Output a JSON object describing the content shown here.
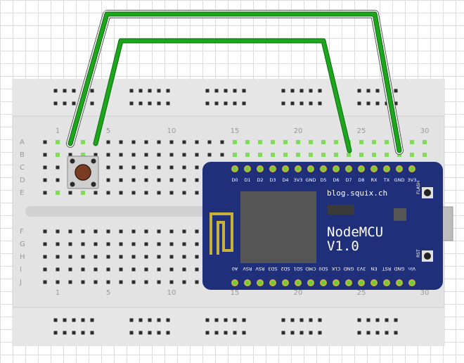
{
  "breadboard": {
    "row_labels_top": [
      "A",
      "B",
      "C",
      "D",
      "E"
    ],
    "row_labels_bottom": [
      "F",
      "G",
      "H",
      "I",
      "J"
    ],
    "column_numbers": [
      "1",
      "5",
      "10",
      "15",
      "20",
      "25",
      "30"
    ]
  },
  "mcu": {
    "url": "blog.squix.ch",
    "name_line1": "NodeMCU",
    "name_line2": "V1.0",
    "flash_label": "FLASH",
    "rst_label": "RST",
    "top_pins": [
      "D0",
      "D1",
      "D2",
      "D3",
      "D4",
      "3V3",
      "GND",
      "D5",
      "D6",
      "D7",
      "D8",
      "RX",
      "TX",
      "GND",
      "3V3"
    ],
    "bottom_pins": [
      "A0",
      "RSV",
      "RSV",
      "SD3",
      "SD2",
      "SD1",
      "CMD",
      "SD0",
      "CLK",
      "GND",
      "3V3",
      "EN",
      "RST",
      "GND",
      "Vin"
    ]
  },
  "colors": {
    "wire": "#1ea51e",
    "wire_outline": "#0a6e0a",
    "board_blue": "#1f2f7a",
    "connected_hole": "#7fdc5a",
    "breadboard": "#e3e3e3",
    "breadboard_rail": "#d6d6d6"
  }
}
